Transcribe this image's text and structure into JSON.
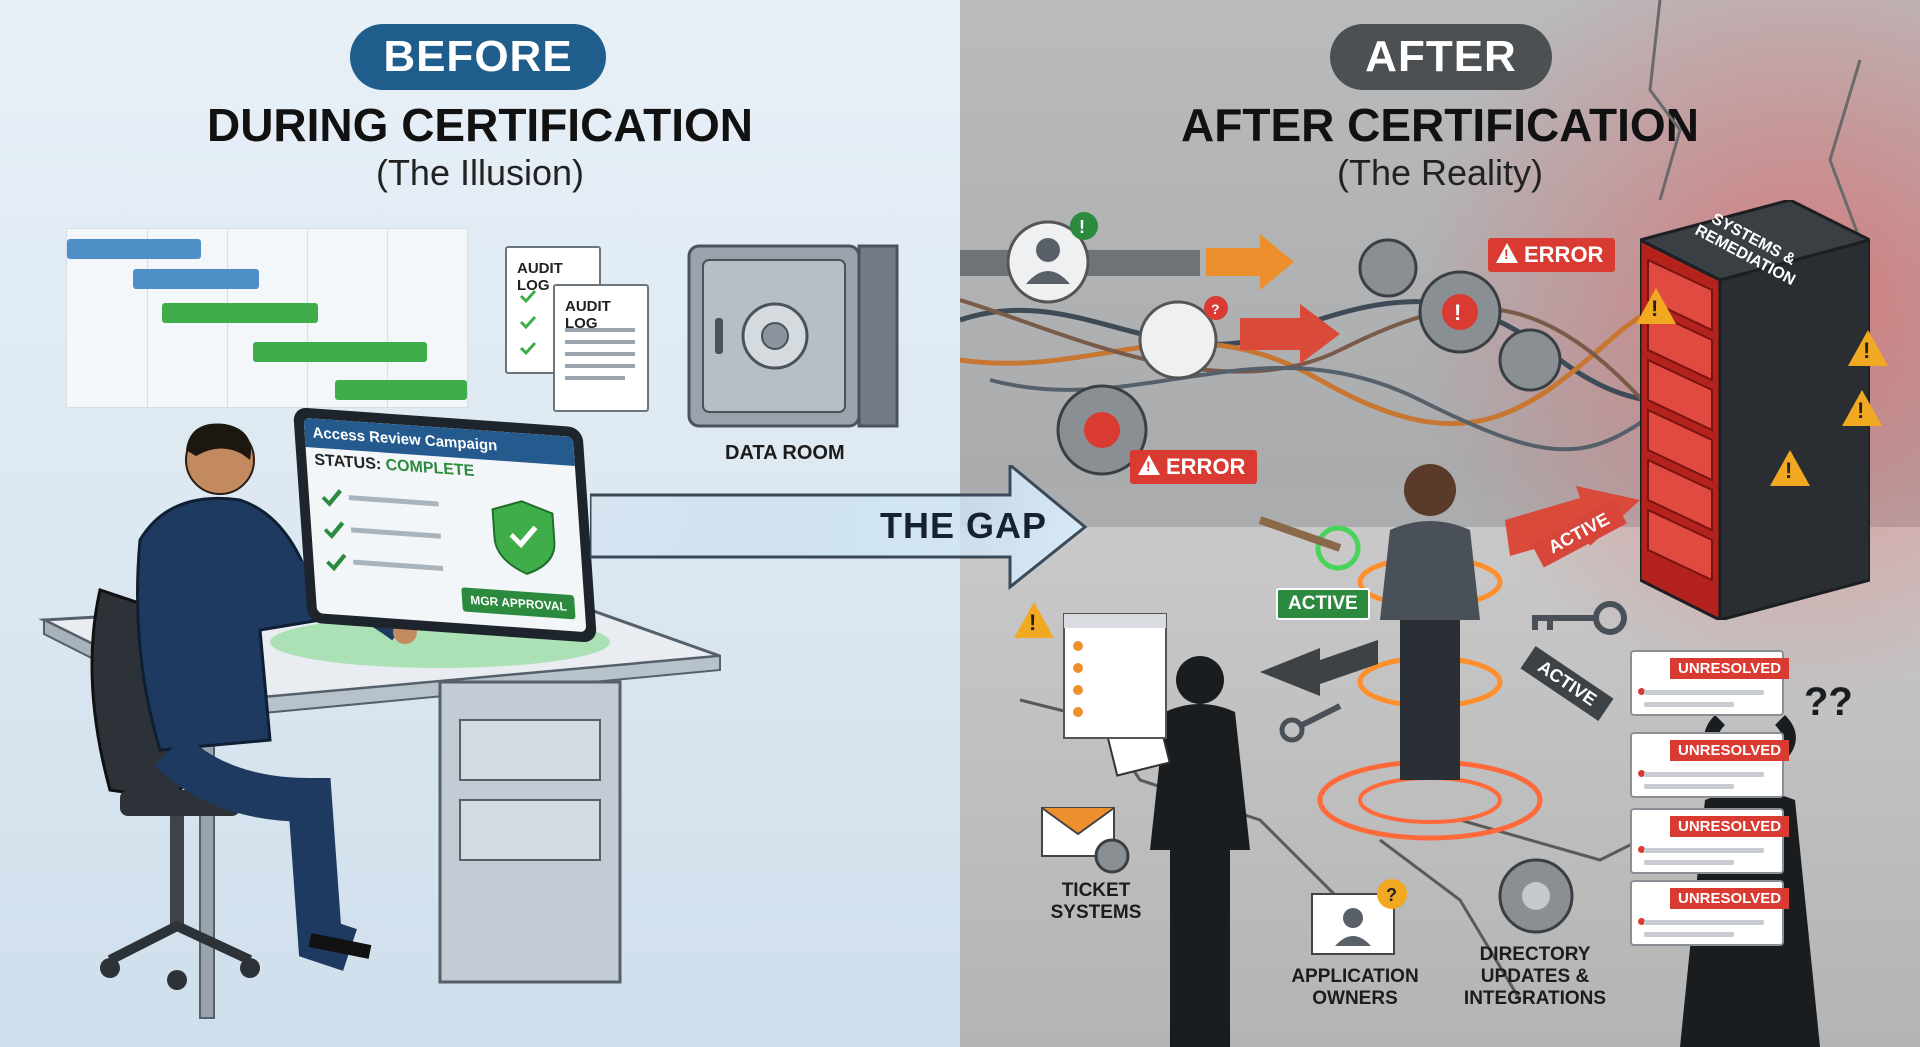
{
  "before_panel": {
    "badge": "BEFORE",
    "heading": "DURING CERTIFICATION",
    "subheading": "(The Illusion)",
    "audit_log_back": "AUDIT LOG",
    "audit_log_front": "AUDIT LOG",
    "data_room_label": "DATA ROOM",
    "tablet_title": "Access Review Campaign",
    "tablet_status_label": "STATUS:",
    "tablet_status_value": "COMPLETE",
    "tablet_button": "MGR APPROVAL"
  },
  "gap": {
    "label": "THE GAP"
  },
  "after_panel": {
    "badge": "AFTER",
    "heading": "AFTER CERTIFICATION",
    "subheading": "(The Reality)",
    "error_tag_top": "ERROR",
    "error_tag_mid": "ERROR",
    "active_green": "ACTIVE",
    "active_red": "ACTIVE",
    "active_dark": "ACTIVE",
    "server_label": "SYSTEMS & REMEDIATION",
    "unresolved": [
      "UNRESOLVED",
      "UNRESOLVED",
      "UNRESOLVED",
      "UNRESOLVED"
    ],
    "ticket_label_1": "TICKET",
    "ticket_label_2": "SYSTEMS",
    "app_owners_1": "APPLICATION",
    "app_owners_2": "OWNERS",
    "dir_1": "DIRECTORY",
    "dir_2": "UPDATES &",
    "dir_3": "INTEGRATIONS",
    "confused_marks": "??"
  },
  "colors": {
    "before_badge": "#1f5e8c",
    "after_badge": "#4d5053",
    "complete_green": "#2b8a3e",
    "error_red": "#d93a32",
    "warning_amber": "#f2a922"
  }
}
